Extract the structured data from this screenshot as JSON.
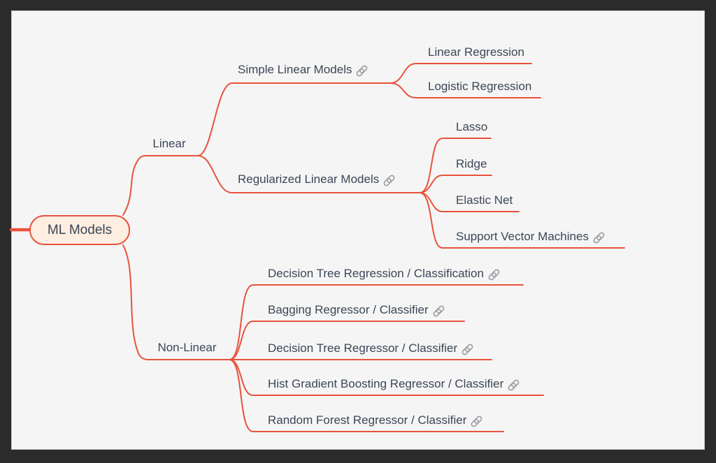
{
  "colors": {
    "frame_bg": "#2b2b2b",
    "canvas_bg": "#f5f5f5",
    "branch_line": "#e8523c",
    "text": "#3c4656",
    "root_fill": "#fdeee1",
    "link_icon": "#9a9aa0"
  },
  "mindmap": {
    "root": {
      "label": "ML Models"
    },
    "branches": [
      {
        "label": "Linear",
        "children": [
          {
            "label": "Simple Linear Models",
            "has_link": true,
            "children": [
              {
                "label": "Linear Regression"
              },
              {
                "label": "Logistic Regression"
              }
            ]
          },
          {
            "label": "Regularized Linear Models",
            "has_link": true,
            "children": [
              {
                "label": "Lasso"
              },
              {
                "label": "Ridge"
              },
              {
                "label": "Elastic Net"
              },
              {
                "label": "Support Vector Machines",
                "has_link": true
              }
            ]
          }
        ]
      },
      {
        "label": "Non-Linear",
        "children": [
          {
            "label": "Decision Tree Regression /  Classification",
            "has_link": true
          },
          {
            "label": "Bagging Regressor / Classifier",
            "has_link": true
          },
          {
            "label": "Decision Tree Regressor / Classifier",
            "has_link": true
          },
          {
            "label": "Hist Gradient Boosting Regressor / Classifier",
            "has_link": true
          },
          {
            "label": "Random Forest Regressor / Classifier",
            "has_link": true
          }
        ]
      }
    ]
  }
}
